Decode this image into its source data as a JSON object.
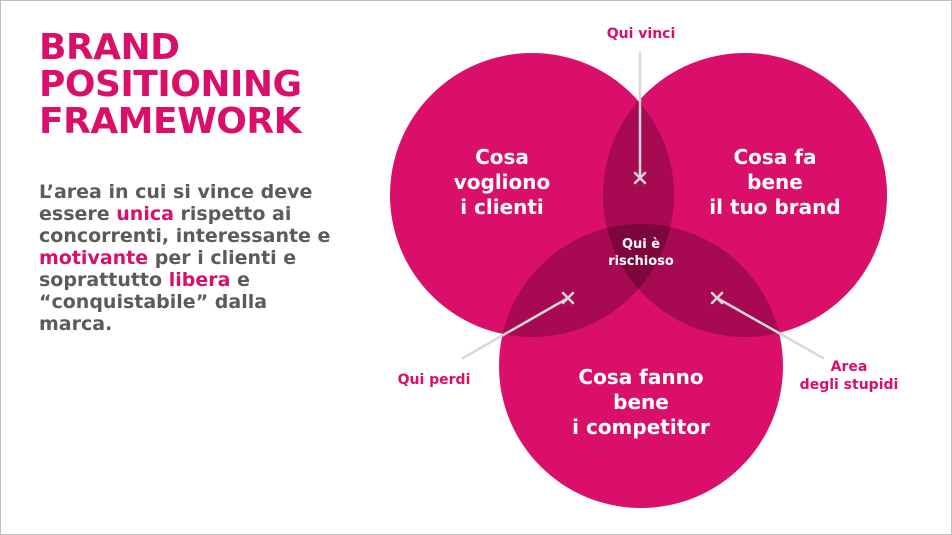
{
  "title": {
    "line1": "BRAND",
    "line2": "POSITIONING",
    "line3": "FRAMEWORK"
  },
  "description": {
    "p1": "L’area in cui si vince deve essere ",
    "h1": "unica",
    "p2": " rispetto ai concorrenti, interessante e ",
    "h2": "motivante",
    "p3": " per i clienti e soprattutto ",
    "h3": "libera",
    "p4": " e “conquistabile” dalla marca."
  },
  "venn": {
    "colors": {
      "circle": "#d90f6a",
      "overlap_two": "#a70a52",
      "overlap_three": "#7d063c",
      "pointer": "#d8d8d8"
    },
    "circle_left": [
      "Cosa",
      "vogliono",
      "i clienti"
    ],
    "circle_right": [
      "Cosa fa",
      "bene",
      "il tuo brand"
    ],
    "circle_bottom": [
      "Cosa fanno",
      "bene",
      "i competitor"
    ],
    "center": [
      "Qui è",
      "rischioso"
    ]
  },
  "annotations": {
    "top": "Qui vinci",
    "left": "Qui perdi",
    "right_line1": "Area",
    "right_line2": "degli stupidi"
  }
}
